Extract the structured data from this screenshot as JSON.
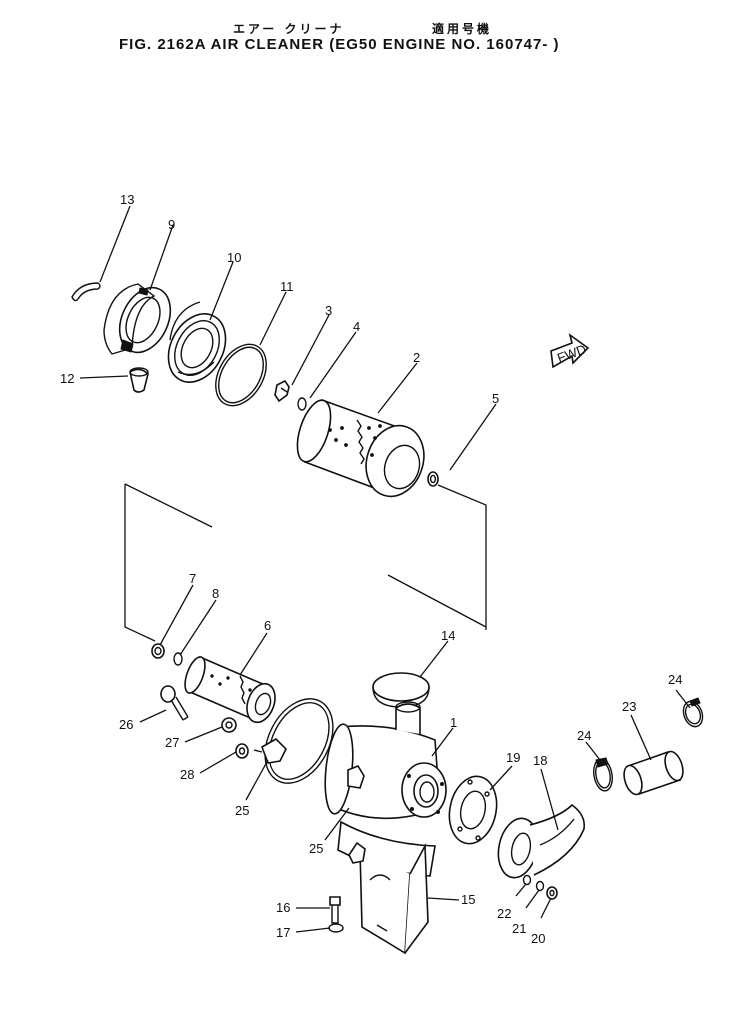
{
  "header": {
    "name_jp": "エアー クリーナ",
    "applicable_jp": "適用号機",
    "title": "FIG. 2162A  AIR CLEANER (EG50  ENGINE  NO. 160747- )"
  },
  "fwd_marker": "FWD",
  "callouts": {
    "c1": "1",
    "c2": "2",
    "c3": "3",
    "c4": "4",
    "c5": "5",
    "c6": "6",
    "c7": "7",
    "c8": "8",
    "c9": "9",
    "c10": "10",
    "c11": "11",
    "c12": "12",
    "c13": "13",
    "c14": "14",
    "c15": "15",
    "c16": "16",
    "c17": "17",
    "c18": "18",
    "c19": "19",
    "c20": "20",
    "c21": "21",
    "c22": "22",
    "c23": "23",
    "c24a": "24",
    "c24b": "24",
    "c25a": "25",
    "c25b": "25",
    "c26": "26",
    "c27": "27",
    "c28": "28"
  }
}
